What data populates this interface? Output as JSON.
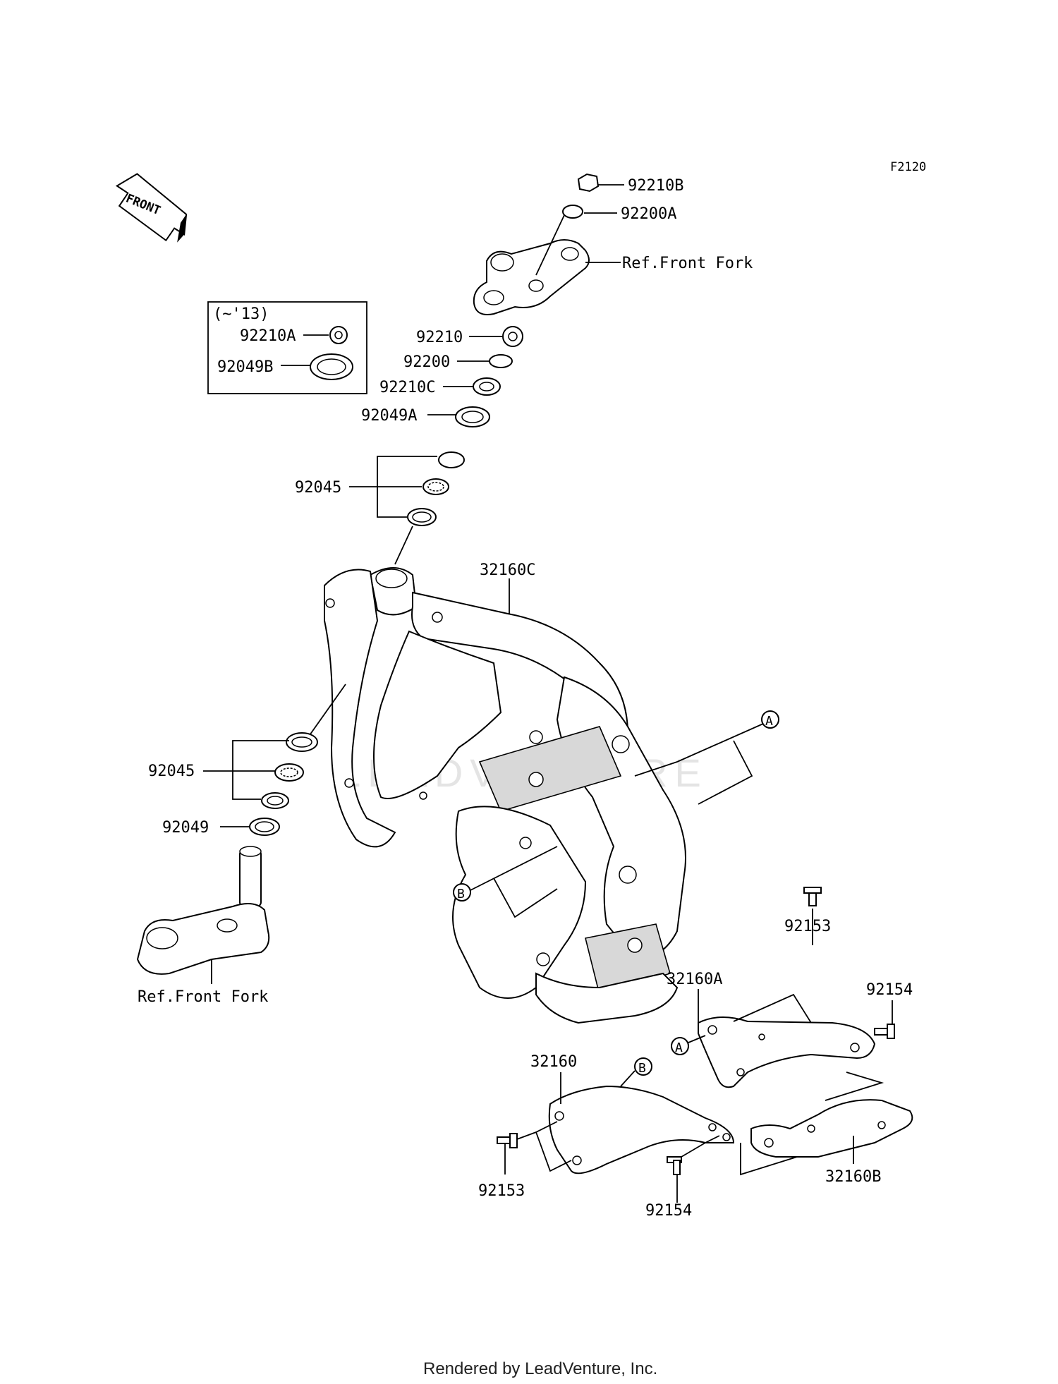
{
  "diagram_code": "F2120",
  "front_label": "FRONT",
  "footer": "Rendered by LeadVenture, Inc.",
  "watermark": "LEADVENTURE",
  "box_note": "(~'13)",
  "callouts": {
    "A": "A",
    "B": "B"
  },
  "labels": {
    "p92210B": "92210B",
    "p92200A": "92200A",
    "ref_front_fork_top": "Ref.Front Fork",
    "p92210": "92210",
    "p92200": "92200",
    "p92210C": "92210C",
    "p92049A": "92049A",
    "p92045_upper": "92045",
    "p92210A": "92210A",
    "p92049B": "92049B",
    "p32160C": "32160C",
    "p92045_lower": "92045",
    "p92049": "92049",
    "ref_front_fork_bottom": "Ref.Front Fork",
    "p92153_top": "92153",
    "p32160A": "32160A",
    "p92154_top": "92154",
    "p32160": "32160",
    "p32160B": "32160B",
    "p92153_bottom": "92153",
    "p92154_bottom": "92154"
  }
}
